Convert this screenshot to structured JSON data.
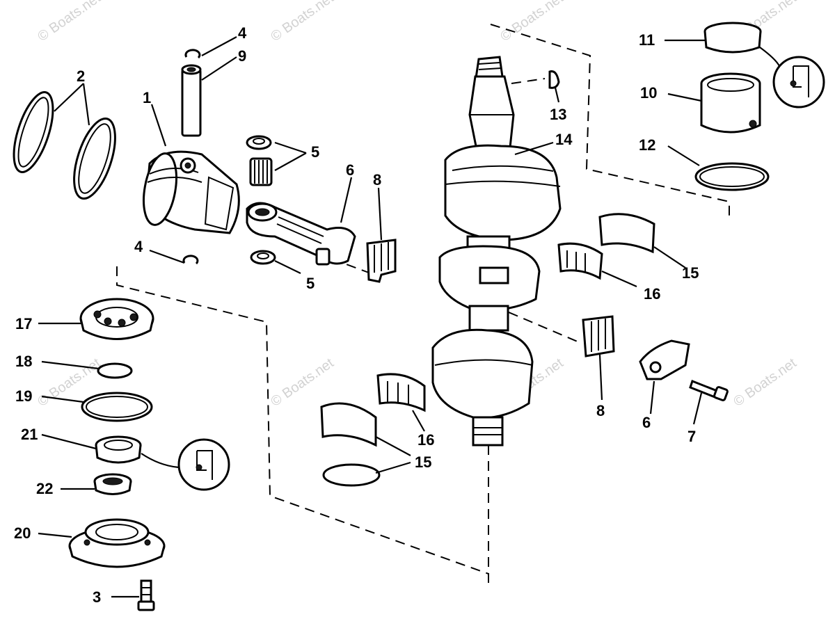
{
  "diagram": {
    "watermark": "© Boats.net",
    "callouts": [
      {
        "id": "c1",
        "text": "1"
      },
      {
        "id": "c2",
        "text": "2"
      },
      {
        "id": "c3",
        "text": "3"
      },
      {
        "id": "c4a",
        "text": "4"
      },
      {
        "id": "c4b",
        "text": "4"
      },
      {
        "id": "c5a",
        "text": "5"
      },
      {
        "id": "c5b",
        "text": "5"
      },
      {
        "id": "c6a",
        "text": "6"
      },
      {
        "id": "c6b",
        "text": "6"
      },
      {
        "id": "c7",
        "text": "7"
      },
      {
        "id": "c8a",
        "text": "8"
      },
      {
        "id": "c8b",
        "text": "8"
      },
      {
        "id": "c9",
        "text": "9"
      },
      {
        "id": "c10",
        "text": "10"
      },
      {
        "id": "c11",
        "text": "11"
      },
      {
        "id": "c12",
        "text": "12"
      },
      {
        "id": "c13",
        "text": "13"
      },
      {
        "id": "c14",
        "text": "14"
      },
      {
        "id": "c15a",
        "text": "15"
      },
      {
        "id": "c15b",
        "text": "15"
      },
      {
        "id": "c16a",
        "text": "16"
      },
      {
        "id": "c16b",
        "text": "16"
      },
      {
        "id": "c17",
        "text": "17"
      },
      {
        "id": "c18",
        "text": "18"
      },
      {
        "id": "c19",
        "text": "19"
      },
      {
        "id": "c20",
        "text": "20"
      },
      {
        "id": "c21",
        "text": "21"
      },
      {
        "id": "c22",
        "text": "22"
      }
    ]
  }
}
